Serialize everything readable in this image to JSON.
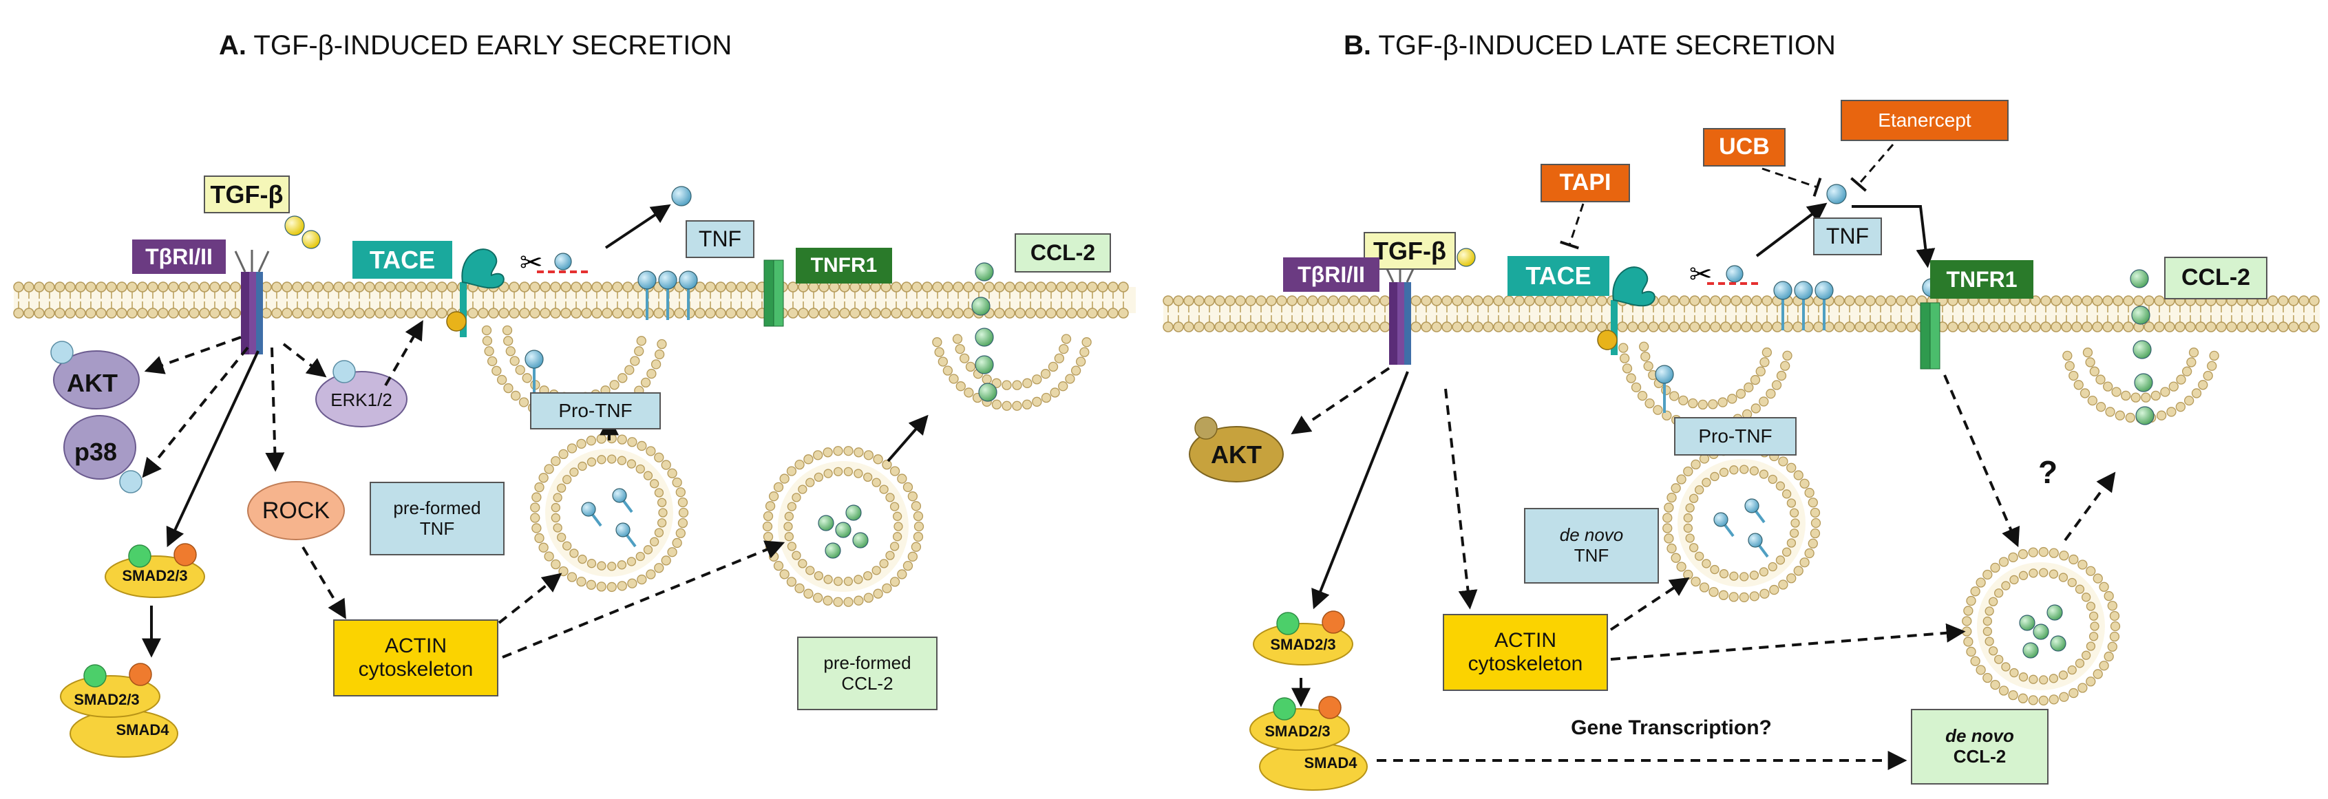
{
  "panel_a": {
    "title_prefix": "A.",
    "title_text": "TGF-β-INDUCED EARLY SECRETION",
    "tgfb": "TGF-β",
    "tbr": "TβRI/II",
    "tace": "TACE",
    "tnf": "TNF",
    "tnfr1": "TNFR1",
    "ccl2": "CCL-2",
    "akt": "AKT",
    "p38": "p38",
    "erk": "ERK1/2",
    "rock": "ROCK",
    "pro_tnf": "Pro-TNF",
    "preformed_tnf_1": "pre-formed",
    "preformed_tnf_2": "TNF",
    "smad23": "SMAD2/3",
    "smad23_b": "SMAD2/3",
    "smad4": "SMAD4",
    "actin_1": "ACTIN",
    "actin_2": "cytoskeleton",
    "preformed_ccl2_1": "pre-formed",
    "preformed_ccl2_2": "CCL-2"
  },
  "panel_b": {
    "title_prefix": "B.",
    "title_text": "TGF-β-INDUCED LATE SECRETION",
    "tgfb": "TGF-β",
    "tbr": "TβRI/II",
    "tapi": "TAPI",
    "ucb": "UCB",
    "etanercept": "Etanercept",
    "tace": "TACE",
    "tnf": "TNF",
    "tnfr1": "TNFR1",
    "ccl2": "CCL-2",
    "akt": "AKT",
    "pro_tnf": "Pro-TNF",
    "denovo_tnf_1": "de novo",
    "denovo_tnf_2": "TNF",
    "question": "?",
    "smad23": "SMAD2/3",
    "smad23_b": "SMAD2/3",
    "smad4": "SMAD4",
    "actin_1": "ACTIN",
    "actin_2": "cytoskeleton",
    "gene_transcription": "Gene Transcription?",
    "denovo_ccl2_1": "de novo",
    "denovo_ccl2_2": "CCL-2"
  },
  "colors": {
    "membrane_head": "#e8d7a8",
    "membrane_head_stroke": "#b59a5a",
    "tnf_ball": "#6eb8d6",
    "ccl2_ball": "#6fbf7c",
    "tgfb_ball": "#f2d714",
    "receptor_purple": "#5b2d78",
    "receptor_blue": "#3f6fa8",
    "tnfr1_green": "#2f9a4e",
    "tace_teal": "#1aa99d",
    "akt_purple": "#a79bc6",
    "akt_b_gold": "#c7a23d",
    "rock_orange": "#f6b48d",
    "smad_yellow": "#f7d23b",
    "smad_green": "#4ccf6a",
    "smad_orange": "#ef7b2e",
    "blocker_orange": "#e8650f"
  }
}
